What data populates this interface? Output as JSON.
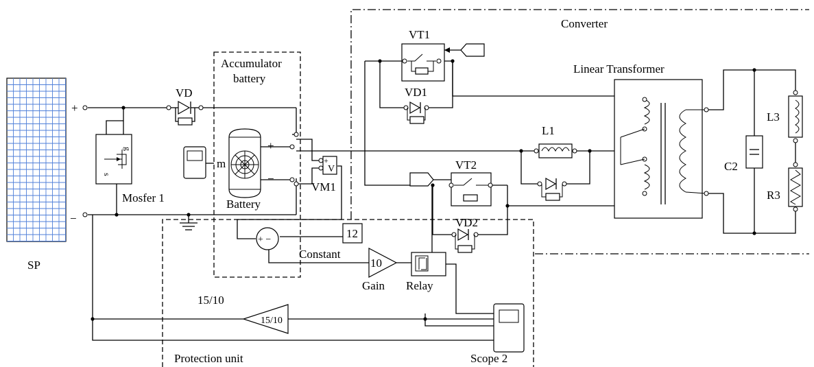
{
  "labels": {
    "sp": "SP",
    "sp_plus": "+",
    "sp_minus": "−",
    "vd": "VD",
    "mosfet": "Mosfer 1",
    "mosfet_pin_g": "g",
    "mosfet_pin_s": "s",
    "accumulator_line1": "Accumulator",
    "accumulator_line2": "battery",
    "battery": "Battery",
    "battery_m": "m",
    "battery_plus": "+",
    "battery_minus": "−",
    "vm": "VM1",
    "vm_plus": "+",
    "vm_symbol": "V",
    "converter": "Converter",
    "vt1": "VT1",
    "vd1": "VD1",
    "vt2": "VT2",
    "vd2": "VD2",
    "l1": "L1",
    "transformer": "Linear Transformer",
    "c2": "C2",
    "l3": "L3",
    "r3": "R3",
    "constant_value": "12",
    "constant": "Constant",
    "sum_signs": "+ −",
    "gain_value": "10",
    "gain": "Gain",
    "relay": "Relay",
    "ratio_label": "15/10",
    "ratio_block": "15/10",
    "protection": "Protection unit",
    "scope": "Scope 2"
  }
}
